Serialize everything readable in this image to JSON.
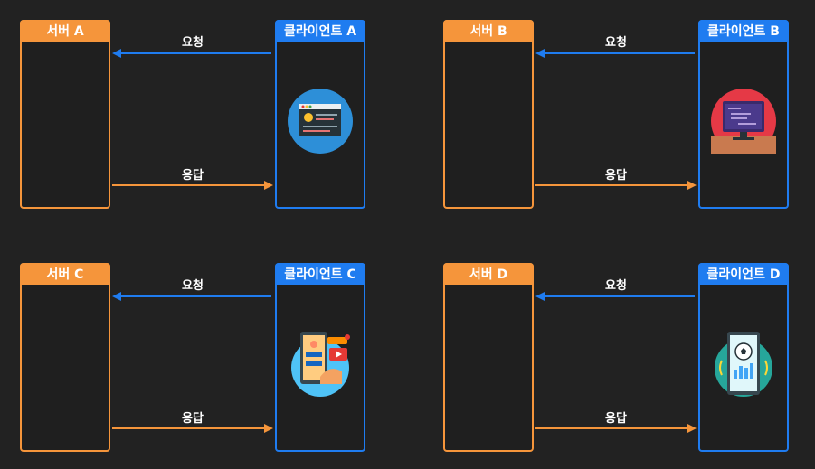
{
  "colors": {
    "server": "#f5953b",
    "client": "#1f7cf0",
    "request_arrow": "#1f7cf0",
    "response_arrow": "#f5953b",
    "background": "#222222"
  },
  "panels": [
    {
      "server_label": "서버 A",
      "client_label": "클라이언트 A",
      "request_label": "요청",
      "response_label": "응답",
      "client_icon": "web-browser-icon"
    },
    {
      "server_label": "서버 B",
      "client_label": "클라이언트 B",
      "request_label": "요청",
      "response_label": "응답",
      "client_icon": "code-monitor-icon"
    },
    {
      "server_label": "서버 C",
      "client_label": "클라이언트 C",
      "request_label": "요청",
      "response_label": "응답",
      "client_icon": "mobile-app-icon"
    },
    {
      "server_label": "서버 D",
      "client_label": "클라이언트 D",
      "request_label": "요청",
      "response_label": "응답",
      "client_icon": "mobile-sports-icon"
    }
  ]
}
